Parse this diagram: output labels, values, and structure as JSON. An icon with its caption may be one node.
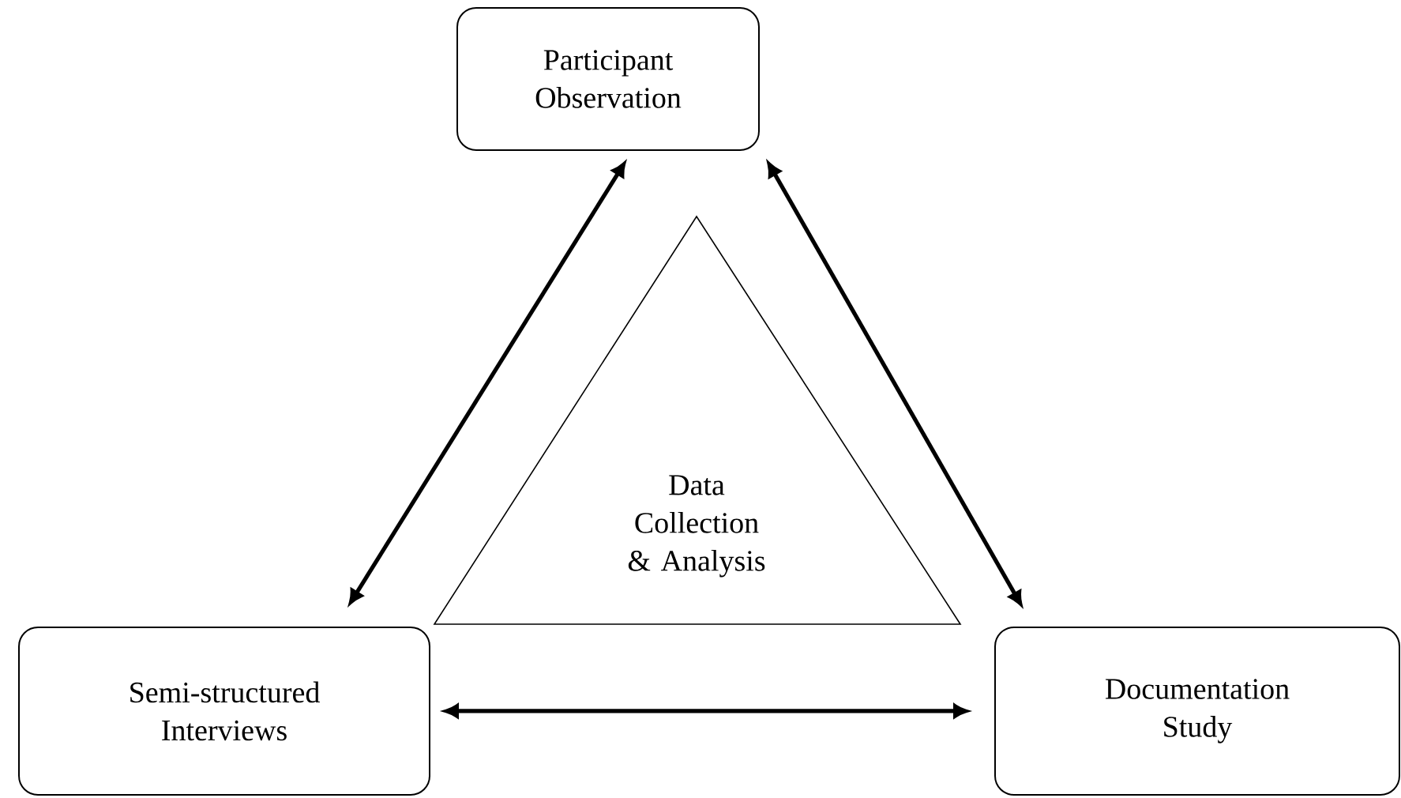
{
  "diagram": {
    "nodes": [
      {
        "text": [
          "Participant Observation"
        ]
      },
      {
        "text": [
          "Data Collection & Analysis"
        ]
      },
      {
        "text": [
          "Semi-structured Interviews"
        ]
      },
      {
        "text": [
          "Documentation Study"
        ]
      }
    ],
    "edges": [
      {
        "from": 0,
        "to": 2,
        "arrow": "both"
      },
      {
        "from": 0,
        "to": 3,
        "arrow": "both"
      },
      {
        "from": 2,
        "to": 3,
        "arrow": "both"
      }
    ]
  }
}
